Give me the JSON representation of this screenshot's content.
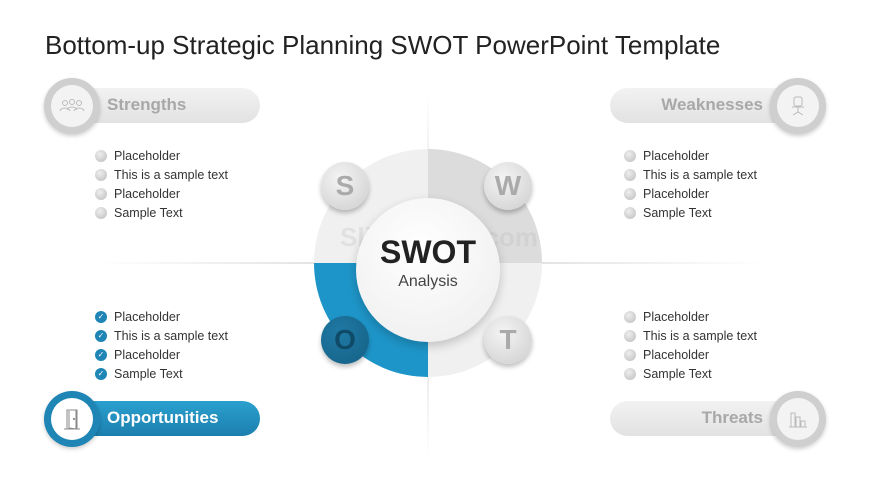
{
  "title": "Bottom-up Strategic Planning SWOT PowerPoint Template",
  "watermark": "SlideModel.com",
  "center": {
    "title": "SWOT",
    "subtitle": "Analysis"
  },
  "letters": {
    "s": "S",
    "w": "W",
    "o": "O",
    "t": "T"
  },
  "colors": {
    "accent": "#1e85b5",
    "gray": "#cfcfcf"
  },
  "quadrants": {
    "strengths": {
      "label": "Strengths",
      "icon": "people-icon",
      "items": [
        "Placeholder",
        "This is a sample text",
        "Placeholder",
        "Sample Text"
      ]
    },
    "weaknesses": {
      "label": "Weaknesses",
      "icon": "office-chair-icon",
      "items": [
        "Placeholder",
        "This is a sample text",
        "Placeholder",
        "Sample Text"
      ]
    },
    "opportunities": {
      "label": "Opportunities",
      "icon": "door-icon",
      "items": [
        "Placeholder",
        "This is a sample text",
        "Placeholder",
        "Sample Text"
      ]
    },
    "threats": {
      "label": "Threats",
      "icon": "chart-icon",
      "items": [
        "Placeholder",
        "This is a sample text",
        "Placeholder",
        "Sample Text"
      ]
    }
  }
}
